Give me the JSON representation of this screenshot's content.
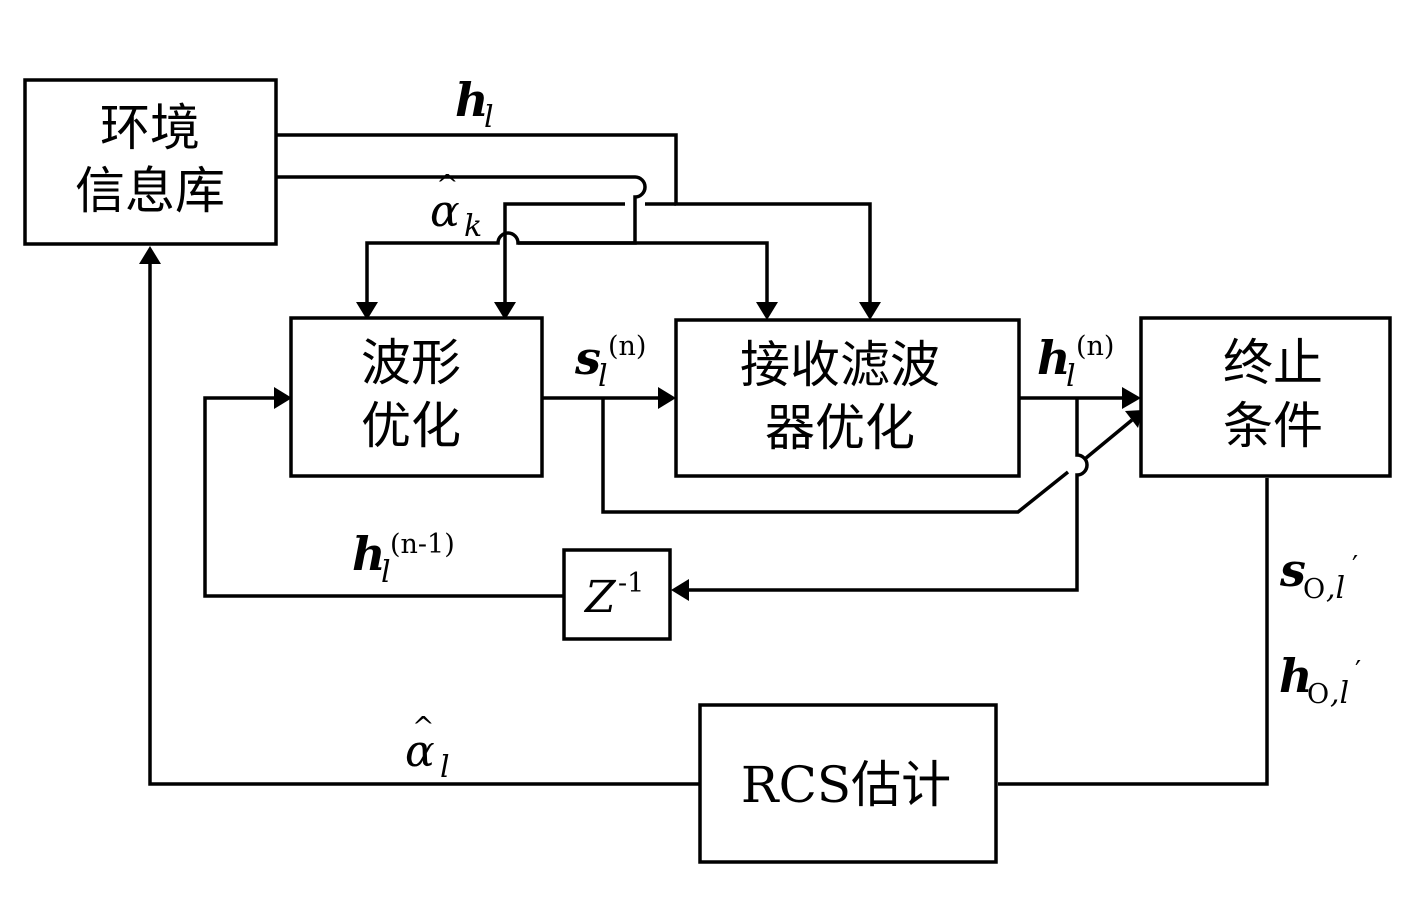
{
  "blocks": {
    "env_db": {
      "line1": "环境",
      "line2": "信息库"
    },
    "waveform_opt": {
      "line1": "波形",
      "line2": "优化"
    },
    "filter_opt": {
      "line1": "接收滤波",
      "line2": "器优化"
    },
    "termination": {
      "line1": "终止",
      "line2": "条件"
    },
    "delay": {
      "base": "Z",
      "exp": "-1"
    },
    "rcs_est": {
      "label": "RCS估计"
    }
  },
  "signals": {
    "h_l": {
      "base": "h",
      "sub": "l"
    },
    "alpha_k": {
      "base": "α",
      "hat": "^",
      "sub": "k"
    },
    "s_l_n": {
      "base": "s",
      "sub": "l",
      "sup": "(n)"
    },
    "h_l_n": {
      "base": "h",
      "sub": "l",
      "sup": "(n)"
    },
    "h_l_n1": {
      "base": "h",
      "sub": "l",
      "sup": "(n-1)"
    },
    "s_opt": {
      "base": "s",
      "sub_o": "O",
      "sub_l": ",l",
      "prime": "′"
    },
    "h_opt": {
      "base": "h",
      "sub_o": "O",
      "sub_l": ",l",
      "prime": "′"
    },
    "alpha_l": {
      "base": "α",
      "hat": "^",
      "sub": "l"
    }
  }
}
